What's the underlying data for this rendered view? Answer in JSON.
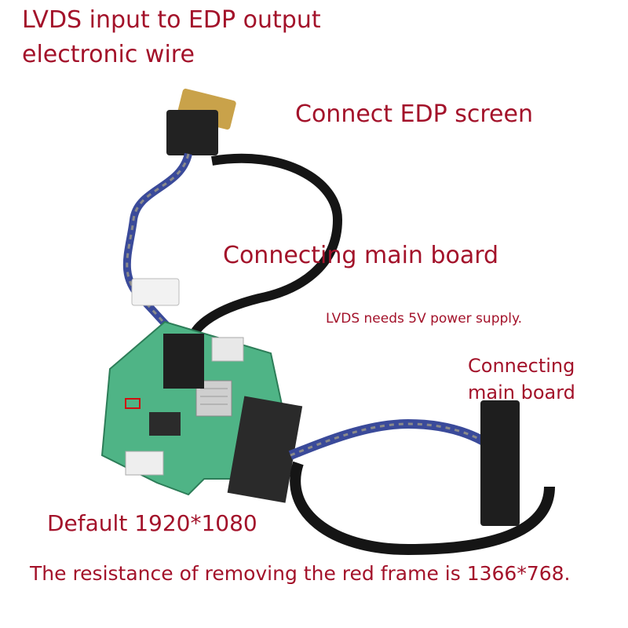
{
  "annotations": {
    "title_line1": "LVDS input to EDP output",
    "title_line2": "electronic wire",
    "edp_screen": "Connect EDP screen",
    "main_board_top": "Connecting main board",
    "power_note": "LVDS needs 5V power supply.",
    "main_board_right_line1": "Connecting",
    "main_board_right_line2": "main board",
    "default_resolution": "Default 1920*1080",
    "resistor_note": "The resistance of removing the red frame is 1366*768."
  },
  "colors": {
    "text": "#a3122a",
    "pcb": "#4fb486",
    "cable": "#151515",
    "connector": "#2a2a2a",
    "highlight_frame": "#d01010"
  }
}
